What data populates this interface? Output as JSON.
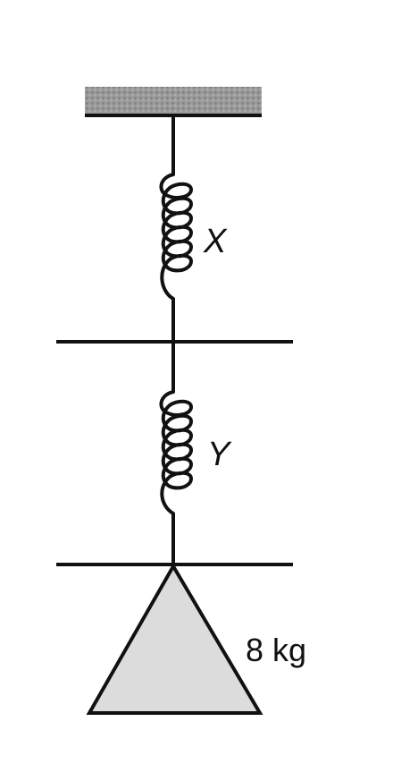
{
  "diagram": {
    "spring_x_label": "X",
    "spring_y_label": "Y",
    "mass_label": "8 kg",
    "colors": {
      "ink": "#111111",
      "ceiling_fill": "#8f8f8f",
      "mass_fill": "#dcdcdc",
      "background": "#ffffff"
    }
  }
}
